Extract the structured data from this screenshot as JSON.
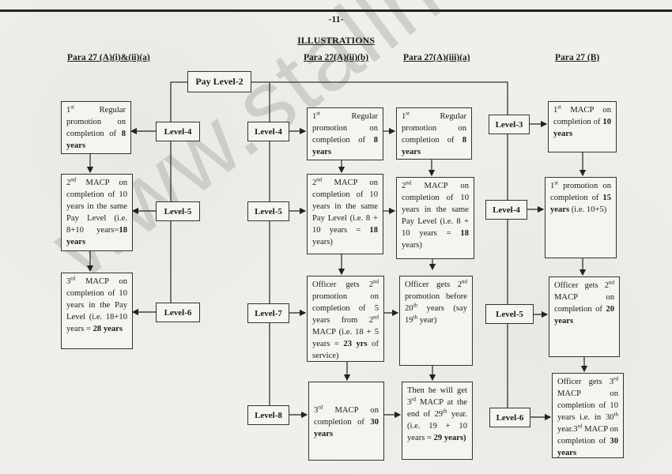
{
  "page_number": "-11-",
  "title": "ILLUSTRATIONS",
  "watermark": "www.stallnews.in",
  "headers": [
    "Para 27 (A)(i)&(ii)(a)",
    "Para 27(A)(ii)(b)",
    "Para 27(A)(iii)(a)",
    "Para 27 (B)"
  ],
  "root": "Pay Level-2",
  "levels": {
    "a": [
      "Level-4",
      "Level-5",
      "Level-6"
    ],
    "b": [
      "Level-4",
      "Level-5",
      "Level-7",
      "Level-8"
    ],
    "d": [
      "Level-3",
      "Level-4",
      "Level-5",
      "Level-6"
    ]
  },
  "boxes": {
    "a": [
      [
        {
          "t": "1"
        },
        {
          "s": "st"
        },
        {
          "t": " Regular promotion on completion of "
        },
        {
          "b": "8 years"
        }
      ],
      [
        {
          "t": "2"
        },
        {
          "s": "nd"
        },
        {
          "t": " MACP on completion of 10 years in the same Pay Level (i.e. 8+10 years="
        },
        {
          "b": "18 years"
        }
      ],
      [
        {
          "t": "3"
        },
        {
          "s": "rd"
        },
        {
          "t": " MACP on completion of 10 years in the Pay Level (i.e. 18+10 years = "
        },
        {
          "b": "28 years"
        }
      ]
    ],
    "b": [
      [
        {
          "t": "1"
        },
        {
          "s": "st"
        },
        {
          "t": " Regular promotion on completion of "
        },
        {
          "b": "8 years"
        }
      ],
      [
        {
          "t": "2"
        },
        {
          "s": "nd"
        },
        {
          "t": " MACP on completion of 10 years in the same Pay Level (i.e. 8 + 10 years = "
        },
        {
          "b": "18"
        },
        {
          "t": " years)"
        }
      ],
      [
        {
          "t": "Officer gets 2"
        },
        {
          "s": "nd"
        },
        {
          "t": " promotion on completion of 5 years from 2"
        },
        {
          "s": "nd"
        },
        {
          "t": " MACP (i.e. 18 + 5 years = "
        },
        {
          "b": "23 yrs"
        },
        {
          "t": " of service)"
        }
      ],
      [
        {
          "t": "3"
        },
        {
          "s": "rd"
        },
        {
          "t": " MACP on completion of "
        },
        {
          "b": "30 years"
        }
      ]
    ],
    "c": [
      [
        {
          "t": "1"
        },
        {
          "s": "st"
        },
        {
          "t": " Regular promotion on completion of "
        },
        {
          "b": "8 years"
        }
      ],
      [
        {
          "t": "2"
        },
        {
          "s": "nd"
        },
        {
          "t": " MACP on completion of 10 years in the same Pay Level (i.e. 8 + 10 years = "
        },
        {
          "b": "18"
        },
        {
          "t": " years)"
        }
      ],
      [
        {
          "t": "Officer gets 2"
        },
        {
          "s": "nd"
        },
        {
          "t": " promotion before 20"
        },
        {
          "s": "th"
        },
        {
          "t": " years (say 19"
        },
        {
          "s": "th"
        },
        {
          "t": " year)"
        }
      ],
      [
        {
          "t": "Then he will get 3"
        },
        {
          "s": "rd"
        },
        {
          "t": " MACP at the end of 29"
        },
        {
          "s": "th"
        },
        {
          "t": " year.(i.e. 19 + 10 years = "
        },
        {
          "b": "29 years)"
        }
      ]
    ],
    "d": [
      [
        {
          "t": "1"
        },
        {
          "s": "st"
        },
        {
          "t": " MACP on completion of "
        },
        {
          "b": "10 years"
        }
      ],
      [
        {
          "t": "1"
        },
        {
          "s": "st"
        },
        {
          "t": " promotion on completion of "
        },
        {
          "b": "15 years"
        },
        {
          "t": " (i.e. 10+5)"
        }
      ],
      [
        {
          "t": "Officer gets 2"
        },
        {
          "s": "nd"
        },
        {
          "t": " MACP on completion of "
        },
        {
          "b": "20 years"
        }
      ],
      [
        {
          "t": "Officer gets 3"
        },
        {
          "s": "rd"
        },
        {
          "t": " MACP on completion of 10 years i.e. in 30"
        },
        {
          "s": "th"
        },
        {
          "t": " year.3"
        },
        {
          "s": "rd"
        },
        {
          "t": " MACP on completion of "
        },
        {
          "b": "30 years"
        }
      ]
    ]
  }
}
